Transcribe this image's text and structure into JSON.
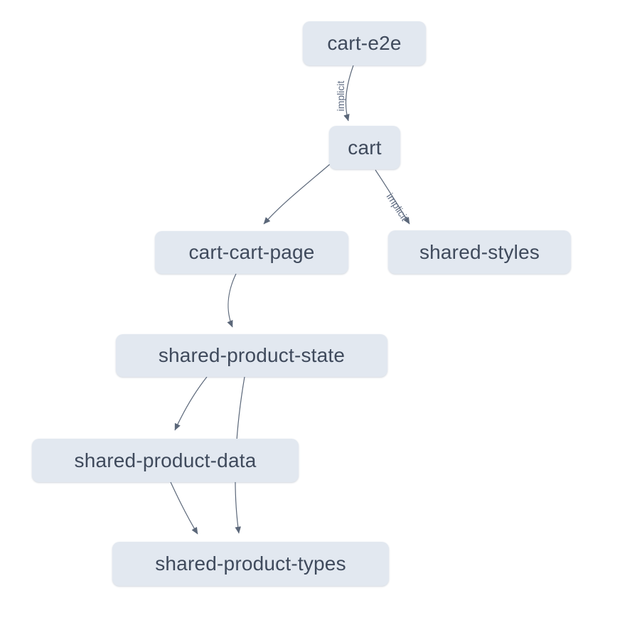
{
  "graph": {
    "nodes": [
      {
        "id": "cart-e2e",
        "label": "cart-e2e"
      },
      {
        "id": "cart",
        "label": "cart"
      },
      {
        "id": "cart-cart-page",
        "label": "cart-cart-page"
      },
      {
        "id": "shared-styles",
        "label": "shared-styles"
      },
      {
        "id": "shared-product-state",
        "label": "shared-product-state"
      },
      {
        "id": "shared-product-data",
        "label": "shared-product-data"
      },
      {
        "id": "shared-product-types",
        "label": "shared-product-types"
      }
    ],
    "edges": [
      {
        "source": "cart-e2e",
        "target": "cart",
        "label": "implicit"
      },
      {
        "source": "cart",
        "target": "cart-cart-page",
        "label": ""
      },
      {
        "source": "cart",
        "target": "shared-styles",
        "label": "implicit"
      },
      {
        "source": "cart-cart-page",
        "target": "shared-product-state",
        "label": ""
      },
      {
        "source": "shared-product-state",
        "target": "shared-product-data",
        "label": ""
      },
      {
        "source": "shared-product-state",
        "target": "shared-product-types",
        "label": ""
      },
      {
        "source": "shared-product-data",
        "target": "shared-product-types",
        "label": ""
      }
    ],
    "colors": {
      "canvas_bg": "#ffffff",
      "node_bg": "#e2e8f0",
      "node_text": "#3f4a5c",
      "edge": "#5b6779",
      "edge_label": "#5e6b82"
    }
  }
}
